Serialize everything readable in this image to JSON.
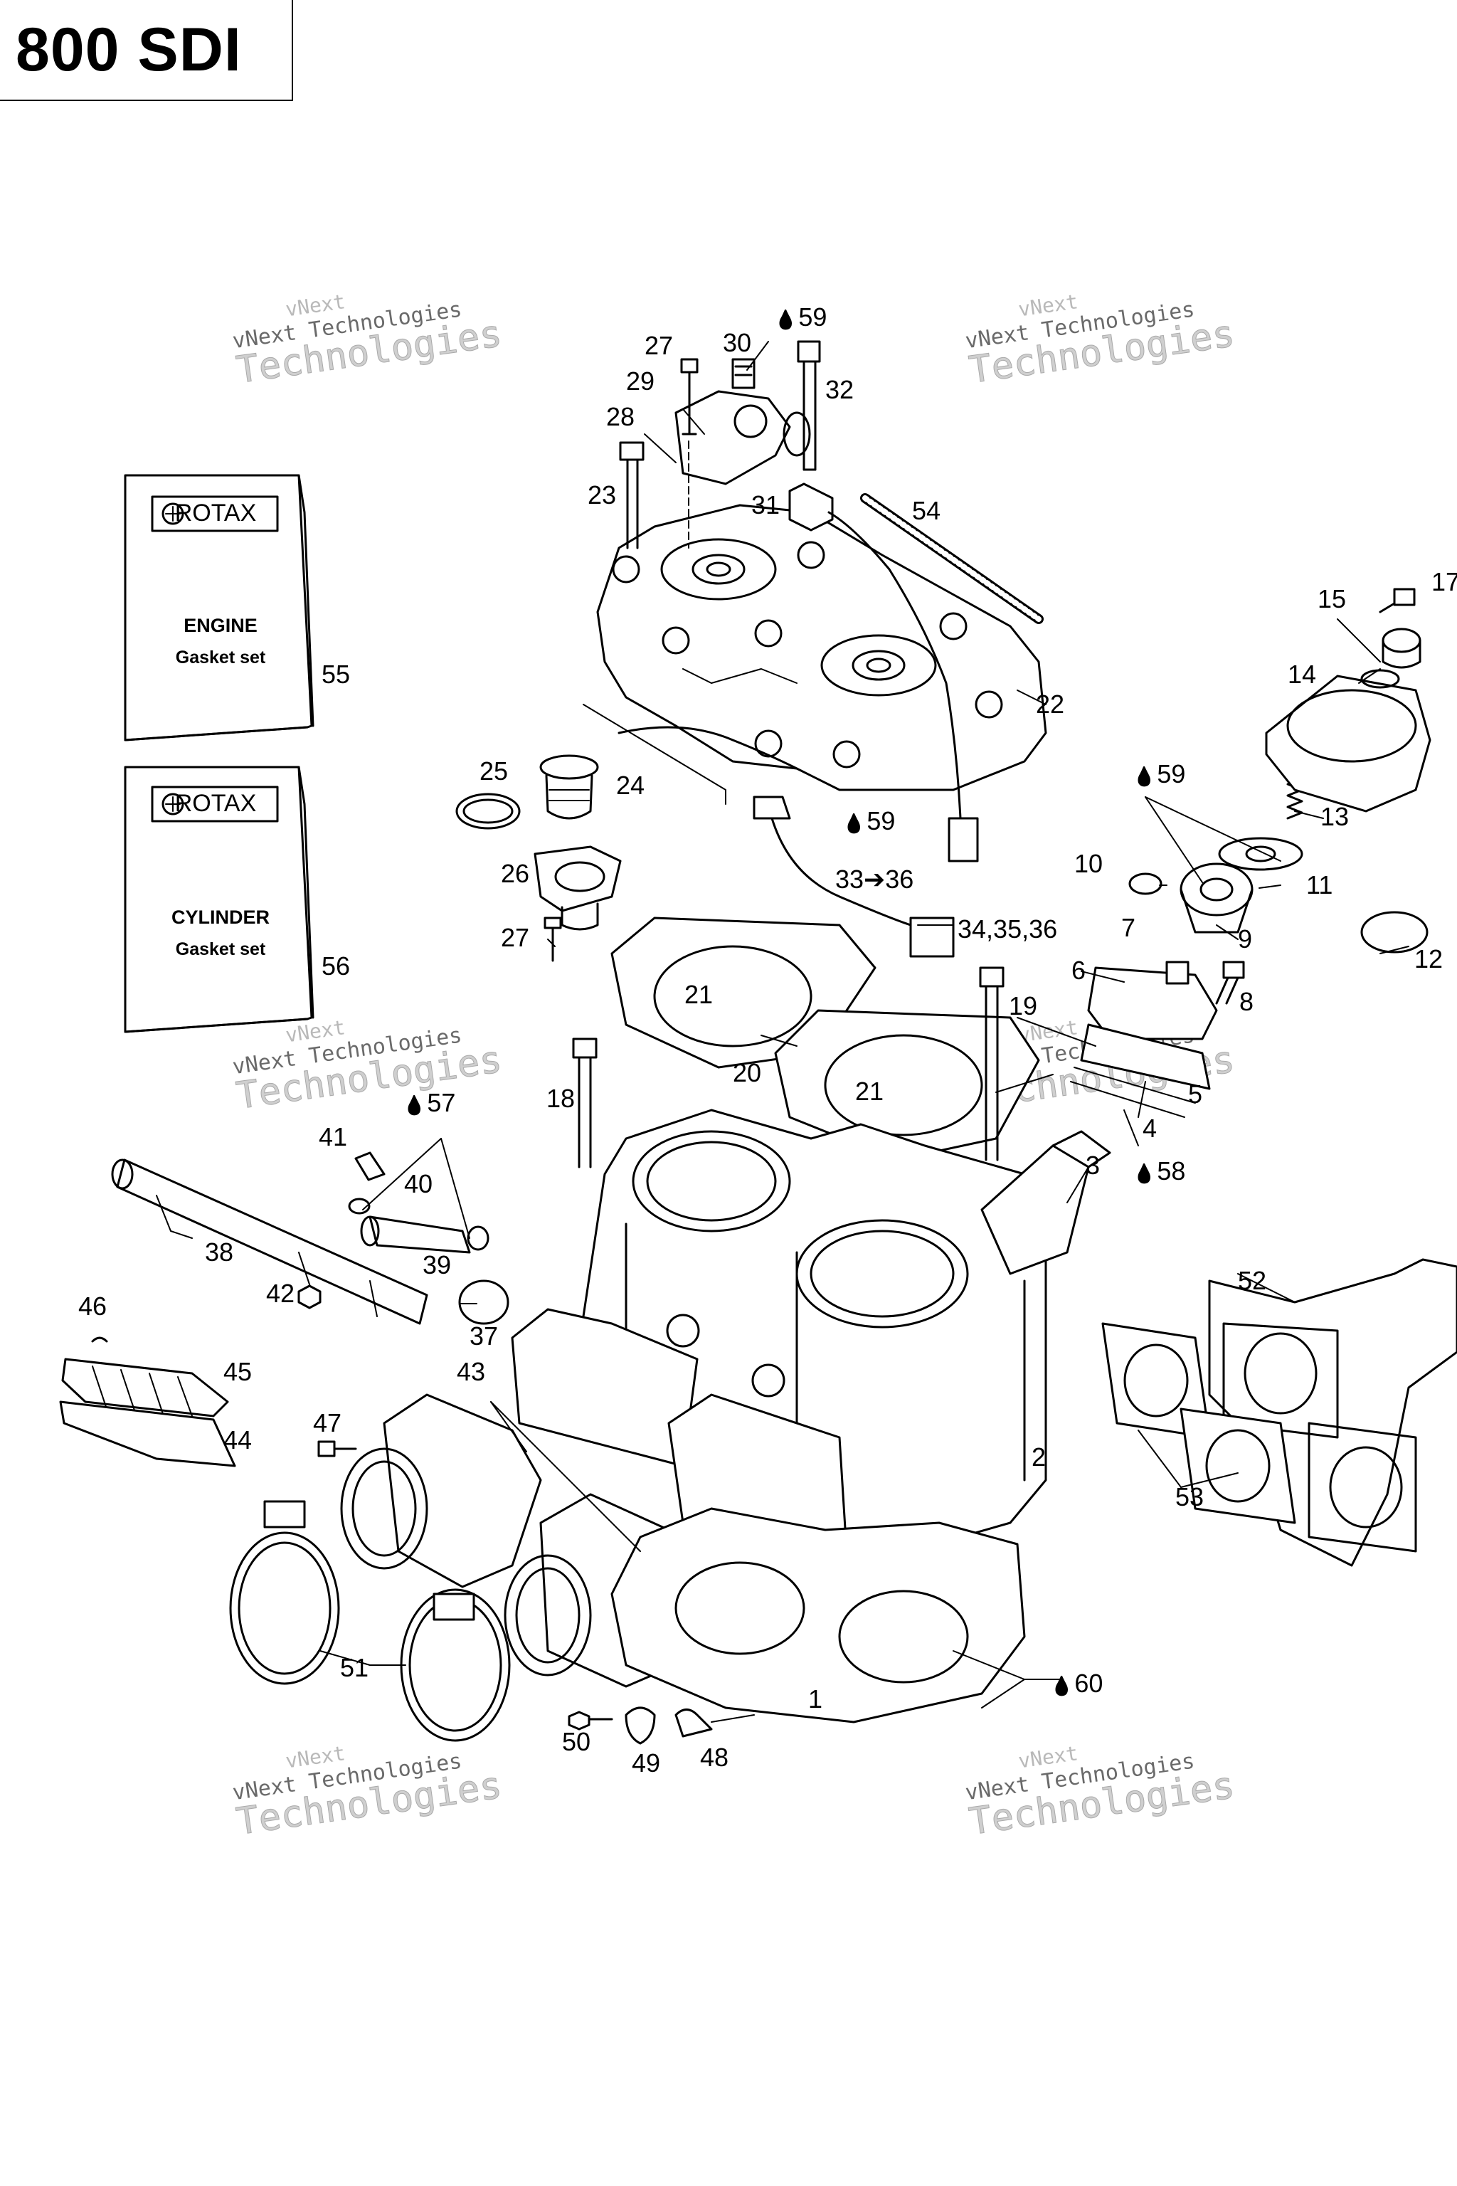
{
  "title": "800 SDI",
  "watermark": {
    "line1": "vNext",
    "line2": "vNext Technologies",
    "line3": "Technologies"
  },
  "booklets": [
    {
      "brand": "ROTAX",
      "line1": "ENGINE",
      "line2": "Gasket set",
      "callout": "55"
    },
    {
      "brand": "ROTAX",
      "line1": "CYLINDER",
      "line2": "Gasket set",
      "callout": "56"
    }
  ],
  "callouts": [
    "1",
    "2",
    "3",
    "4",
    "5",
    "6",
    "7",
    "8",
    "9",
    "10",
    "11",
    "12",
    "13",
    "14",
    "15",
    "17",
    "18",
    "19",
    "20",
    "21",
    "21",
    "22",
    "23",
    "24",
    "25",
    "26",
    "27",
    "27",
    "28",
    "29",
    "30",
    "31",
    "32",
    "33➔36",
    "34,35,36",
    "37",
    "38",
    "39",
    "40",
    "41",
    "42",
    "43",
    "44",
    "45",
    "46",
    "47",
    "48",
    "49",
    "50",
    "51",
    "52",
    "53",
    "54",
    "59",
    "59",
    "59",
    "58",
    "57",
    "60"
  ]
}
